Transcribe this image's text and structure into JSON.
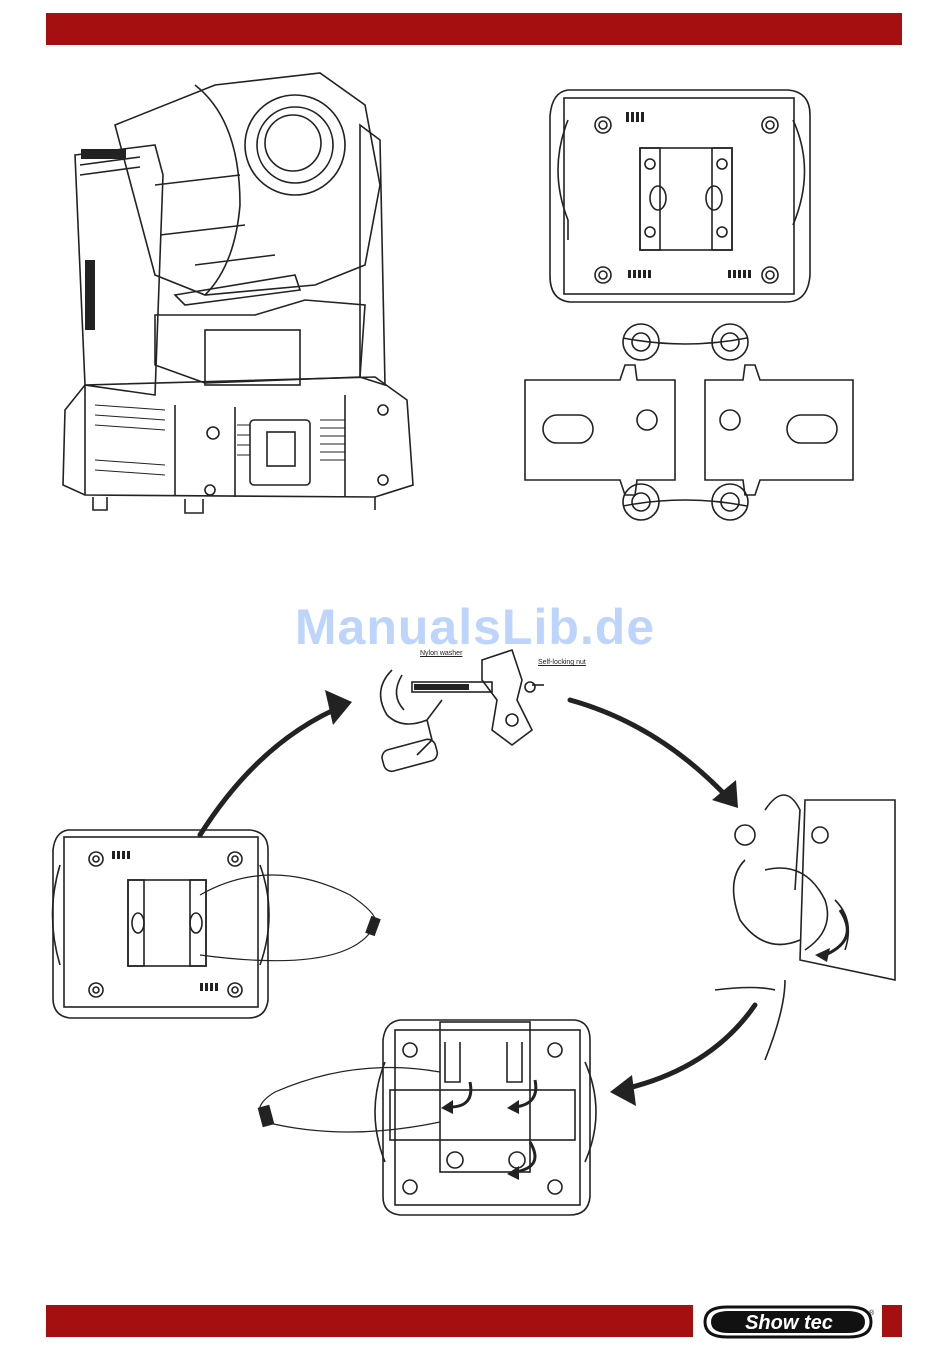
{
  "watermark": "ManualsLib.de",
  "labels": {
    "nylon_washer": "Nylon washer",
    "self_locking_nut": "Self-locking nut"
  },
  "logo": {
    "text": "Show tec",
    "mark": "®"
  },
  "colors": {
    "accent": "#a50f0f",
    "watermark": "#3b82f6"
  }
}
